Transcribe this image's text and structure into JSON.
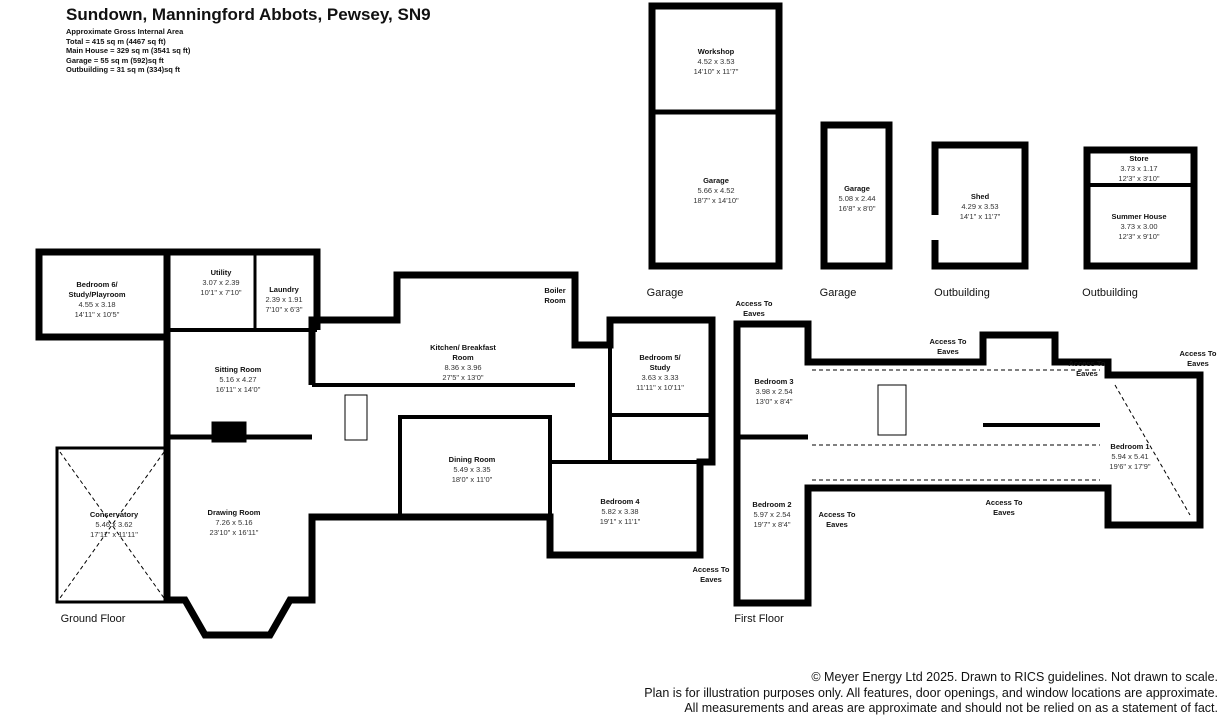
{
  "header": {
    "title": "Sundown, Manningford Abbots, Pewsey, SN9",
    "areas": [
      "Approximate Gross Internal Area",
      "Total = 415 sq m (4467 sq ft)",
      "Main House = 329 sq m (3541 sq ft)",
      "Garage = 55 sq m (592)sq ft",
      "Outbuilding = 31 sq m (334)sq ft"
    ]
  },
  "rooms": [
    {
      "name": "Workshop",
      "metric": "4.52 x 3.53",
      "imperial": "14'10\" x 11'7\""
    },
    {
      "name": "Garage",
      "metric": "5.66 x 4.52",
      "imperial": "18'7\" x 14'10\""
    },
    {
      "name": "Garage",
      "metric": "5.08 x 2.44",
      "imperial": "16'8\" x 8'0\""
    },
    {
      "name": "Shed",
      "metric": "4.29 x 3.53",
      "imperial": "14'1\" x 11'7\""
    },
    {
      "name": "Store",
      "metric": "3.73 x 1.17",
      "imperial": "12'3\" x 3'10\""
    },
    {
      "name": "Summer House",
      "metric": "3.73 x 3.00",
      "imperial": "12'3\" x 9'10\""
    },
    {
      "name": "Bedroom 6/ Study/Playroom",
      "metric": "4.55 x 3.18",
      "imperial": "14'11\" x 10'5\""
    },
    {
      "name": "Utility",
      "metric": "3.07 x 2.39",
      "imperial": "10'1\" x 7'10\""
    },
    {
      "name": "Laundry",
      "metric": "2.39 x 1.91",
      "imperial": "7'10\" x 6'3\""
    },
    {
      "name": "Kitchen/ Breakfast Room",
      "metric": "8.36 x 3.96",
      "imperial": "27'5\" x 13'0\""
    },
    {
      "name": "Boiler Room",
      "metric": "",
      "imperial": ""
    },
    {
      "name": "Sitting Room",
      "metric": "5.16 x 4.27",
      "imperial": "16'11\" x 14'0\""
    },
    {
      "name": "Bedroom 5/ Study",
      "metric": "3.63 x 3.33",
      "imperial": "11'11\" x 10'11\""
    },
    {
      "name": "Dining Room",
      "metric": "5.49 x 3.35",
      "imperial": "18'0\" x 11'0\""
    },
    {
      "name": "Bedroom 4",
      "metric": "5.82 x 3.38",
      "imperial": "19'1\" x 11'1\""
    },
    {
      "name": "Drawing Room",
      "metric": "7.26 x 5.16",
      "imperial": "23'10\" x 16'11\""
    },
    {
      "name": "Conservatory",
      "metric": "5.46 x 3.62",
      "imperial": "17'11\" x 11'11\""
    },
    {
      "name": "Bedroom 3",
      "metric": "3.98 x 2.54",
      "imperial": "13'0\" x 8'4\""
    },
    {
      "name": "Bedroom 2",
      "metric": "5.97 x 2.54",
      "imperial": "19'7\" x 8'4\""
    },
    {
      "name": "Bedroom 1",
      "metric": "5.94 x 5.41",
      "imperial": "19'6\" x 17'9\""
    }
  ],
  "floor_labels": [
    "Garage",
    "Garage",
    "Outbuilding",
    "Outbuilding",
    "Ground Floor",
    "First Floor"
  ],
  "eaves_label": "Access To Eaves",
  "footer": [
    "© Meyer Energy Ltd 2025. Drawn to RICS guidelines.  Not drawn to scale.",
    "Plan is for illustration purposes only. All features, door openings, and window locations are approximate.",
    "All measurements and areas are approximate and should not be relied on as a statement of fact."
  ]
}
